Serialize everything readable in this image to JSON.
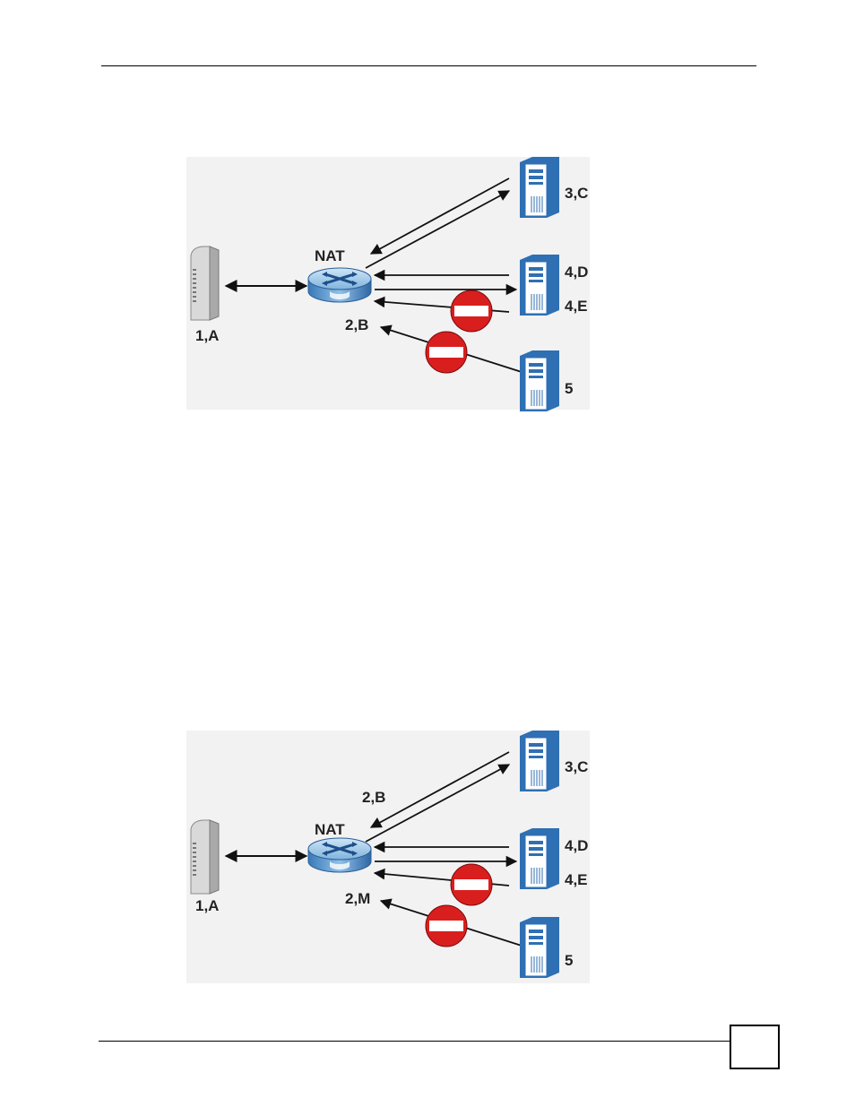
{
  "figures": [
    {
      "nat_label": "NAT",
      "client_label": "1,A",
      "router_label": "2,B",
      "upper_label": "",
      "servers": [
        "3,C",
        "4,D",
        "4,E",
        "5"
      ]
    },
    {
      "nat_label": "NAT",
      "client_label": "1,A",
      "router_label": "2,M",
      "upper_label": "2,B",
      "servers": [
        "3,C",
        "4,D",
        "4,E",
        "5"
      ]
    }
  ],
  "page_number": ""
}
